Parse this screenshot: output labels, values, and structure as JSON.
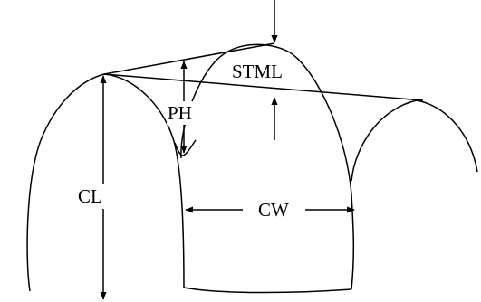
{
  "diagram": {
    "labels": {
      "stml": "STML",
      "ph": "PH",
      "cl": "CL",
      "cw": "CW"
    },
    "colors": {
      "stroke": "#000000",
      "background": "#ffffff"
    }
  }
}
